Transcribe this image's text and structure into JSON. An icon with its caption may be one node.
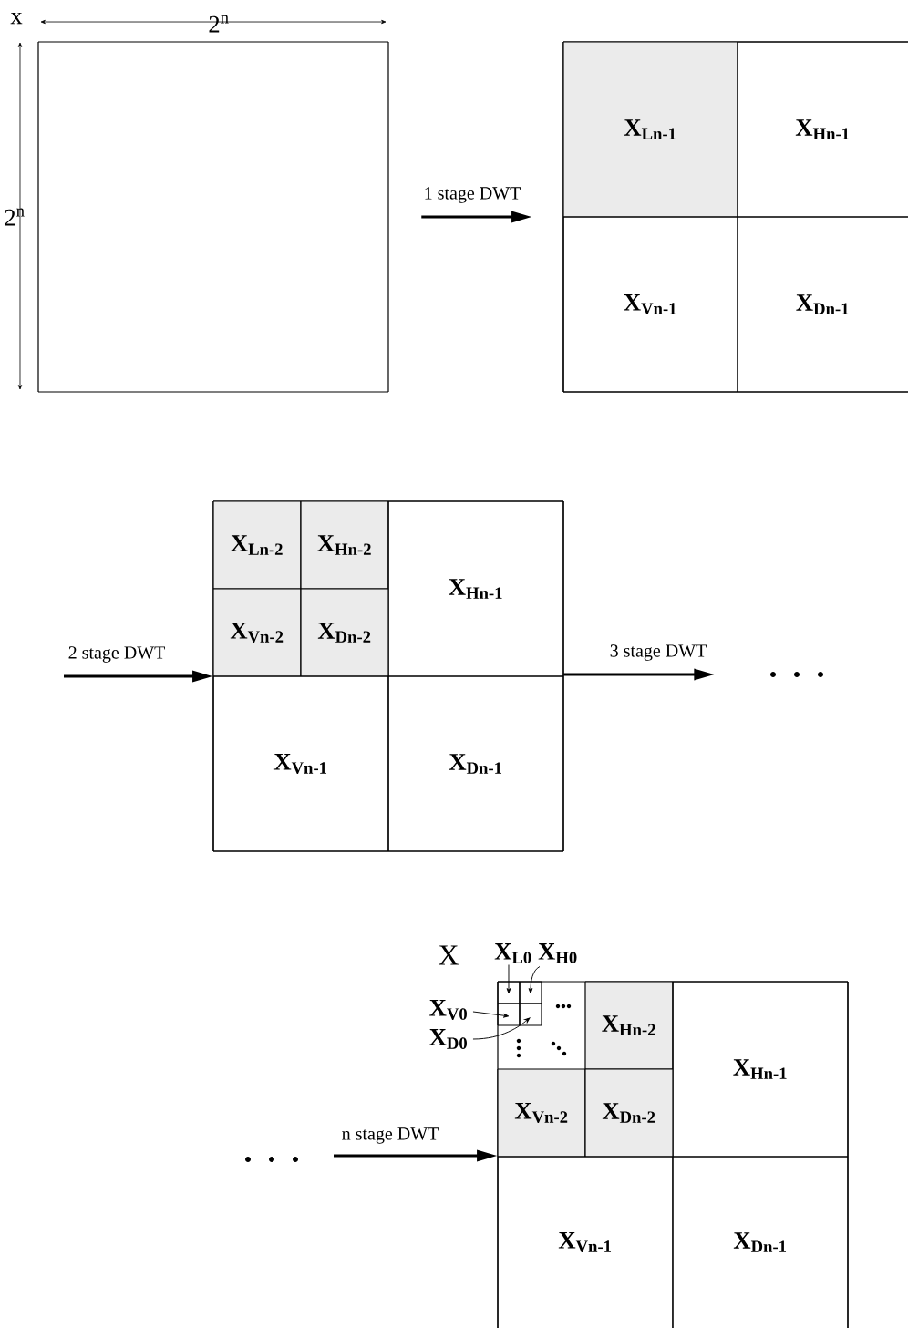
{
  "diagram": {
    "nodes": [
      {
        "text": [],
        "shape": "box",
        "beside": [
          "2$^{n}$",
          "2$^{n}$"
        ]
      },
      {
        "text": [],
        "shape": "box"
      },
      {
        "text": [
          "X$_{Ln-1}$"
        ],
        "in": 1
      },
      {
        "text": [
          "X$_{Hn-1}$"
        ],
        "in": 1
      },
      {
        "text": [
          "X$_{Vn-1}$"
        ],
        "in": 1
      },
      {
        "text": [
          "X$_{Dn-1}$"
        ],
        "in": 1
      },
      {
        "text": [],
        "shape": "box"
      },
      {
        "text": [
          "X$_{Ln-2}$"
        ],
        "in": 6
      },
      {
        "text": [
          "X$_{Hn-2}$"
        ],
        "in": 6
      },
      {
        "text": [
          "X$_{Hn-1}$"
        ],
        "in": 6
      },
      {
        "text": [
          "X$_{Vn-2}$"
        ],
        "in": 6
      },
      {
        "text": [
          "X$_{Dn-2}$"
        ],
        "in": 6
      },
      {
        "text": [
          "X$_{Vn-1}$"
        ],
        "in": 6
      },
      {
        "text": [
          "X$_{Dn-1}$"
        ],
        "in": 6
      },
      {
        "text": [
          "X$_{L0}$"
        ]
      },
      {
        "text": [
          "X$_{H0}$"
        ]
      },
      {
        "text": [
          "X$_{V0}$"
        ]
      },
      {
        "text": [
          "X$_{D0}$"
        ]
      },
      {
        "text": [],
        "shape": "box"
      },
      {
        "text": [],
        "shape": "box",
        "in": 18
      },
      {
        "text": [],
        "shape": "box",
        "in": 18
      },
      {
        "text": [],
        "shape": "box",
        "in": 18
      },
      {
        "text": [],
        "shape": "box",
        "in": 18
      },
      {
        "text": [
          "X$_{Hn-2}$"
        ],
        "in": 18
      },
      {
        "text": [
          "X$_{Hn-1}$"
        ],
        "in": 18
      },
      {
        "text": [
          "X$_{Vn-2}$"
        ],
        "in": 18
      },
      {
        "text": [
          "X$_{Dn-2}$"
        ],
        "in": 18
      },
      {
        "text": [
          "X$_{Vn-1}$"
        ],
        "in": 18
      },
      {
        "text": [
          "X$_{Dn-1}$"
        ],
        "in": 18
      }
    ],
    "edges": [
      {
        "from": 0,
        "to": 1,
        "arrow": "to",
        "label": "1 stage DWT",
        "style": "thick"
      },
      {
        "from": null,
        "to": 6,
        "arrow": "to",
        "label": "2 stage DWT",
        "style": "thick"
      },
      {
        "from": 6,
        "to": null,
        "arrow": "to",
        "label": "3 stage DWT",
        "style": "thick"
      },
      {
        "from": null,
        "to": 18,
        "arrow": "to",
        "label": "n stage DWT",
        "style": "thick"
      },
      {
        "from": 14,
        "to": 19,
        "arrow": "to"
      },
      {
        "from": 15,
        "to": 20,
        "arrow": "to"
      },
      {
        "from": 16,
        "to": 21,
        "arrow": "to"
      },
      {
        "from": 17,
        "to": 22,
        "arrow": "to"
      }
    ],
    "labels": [
      "x",
      "X"
    ]
  }
}
